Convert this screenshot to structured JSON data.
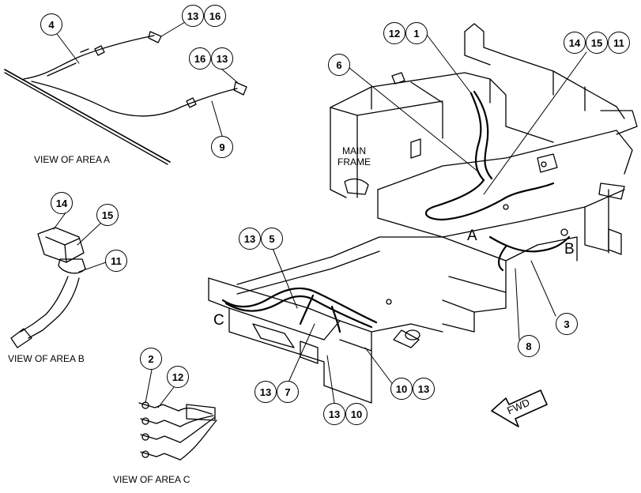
{
  "views": {
    "area_a": "VIEW OF AREA A",
    "area_b": "VIEW OF AREA B",
    "area_c": "VIEW OF AREA C"
  },
  "labels": {
    "main_frame_1": "MAIN",
    "main_frame_2": "FRAME",
    "area_a": "A",
    "area_b": "B",
    "area_c": "C",
    "fwd": "FWD"
  },
  "callouts": {
    "c4": "4",
    "c13a": "13",
    "c16a": "16",
    "c16b": "16",
    "c13b": "13",
    "c9": "9",
    "c12a": "12",
    "c1": "1",
    "c14a": "14",
    "c15a": "15",
    "c11a": "11",
    "c6": "6",
    "c14b": "14",
    "c15b": "15",
    "c11b": "11",
    "c13c": "13",
    "c5": "5",
    "c3": "3",
    "c8": "8",
    "c13d": "13",
    "c7": "7",
    "c10a": "10",
    "c13e": "13",
    "c13f": "13",
    "c10b": "10",
    "c2": "2",
    "c12b": "12"
  }
}
